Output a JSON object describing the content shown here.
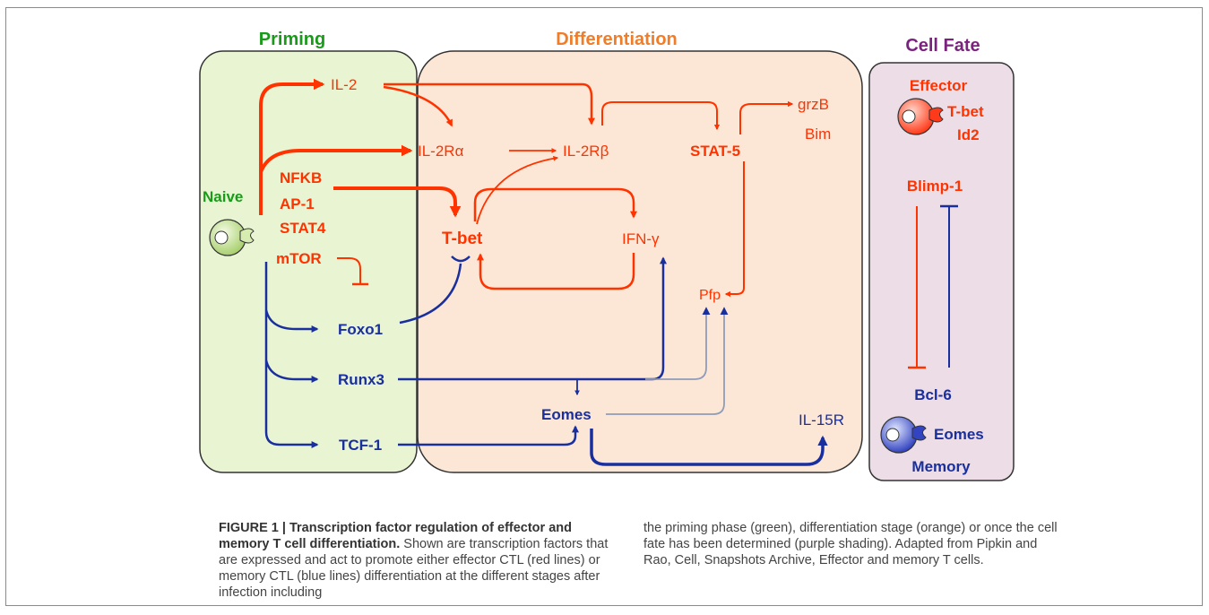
{
  "colors": {
    "effector": "#ff3300",
    "memory": "#1a2f9e",
    "gray": "#8e9cb8",
    "priming_fill": "#e9f5d2",
    "differentiation_fill": "#fce7d6",
    "cellfate_fill": "#ecdde6",
    "priming_title": "#1a9a1a",
    "differentiation_title": "#f07d2a",
    "cellfate_title": "#7a237d"
  },
  "panels": {
    "priming": "Priming",
    "differentiation": "Differentiation",
    "cell_fate": "Cell Fate"
  },
  "nodes": {
    "naive": "Naive",
    "il2": "IL-2",
    "il2ra": "IL-2Rα",
    "il2rb": "IL-2Rβ",
    "stat5": "STAT-5",
    "grzb": "grzB",
    "bim": "Bim",
    "nfkb": "NFKB",
    "ap1": "AP-1",
    "stat4": "STAT4",
    "mtor": "mTOR",
    "tbet": "T-bet",
    "ifng": "IFN-γ",
    "pfp": "Pfp",
    "foxo1": "Foxo1",
    "runx3": "Runx3",
    "eomes": "Eomes",
    "tcf1": "TCF-1",
    "il15r": "IL-15R"
  },
  "cell_fate": {
    "effector": "Effector",
    "effector_tbet": "T-bet",
    "effector_id2": "Id2",
    "blimp1": "Blimp-1",
    "bcl6": "Bcl-6",
    "memory_eomes": "Eomes",
    "memory": "Memory"
  },
  "caption": {
    "figure_label": "FIGURE 1 | Transcription factor regulation of effector and memory T cell differentiation.",
    "text_left": "Shown are transcription factors that are expressed and act to promote either effector CTL (red lines) or memory CTL (blue lines) differentiation at the different stages after infection including",
    "text_right": "the priming phase (green), differentiation stage (orange) or once the cell fate has been determined (purple shading). Adapted from Pipkin and Rao, Cell, Snapshots Archive, Effector and memory T cells."
  }
}
